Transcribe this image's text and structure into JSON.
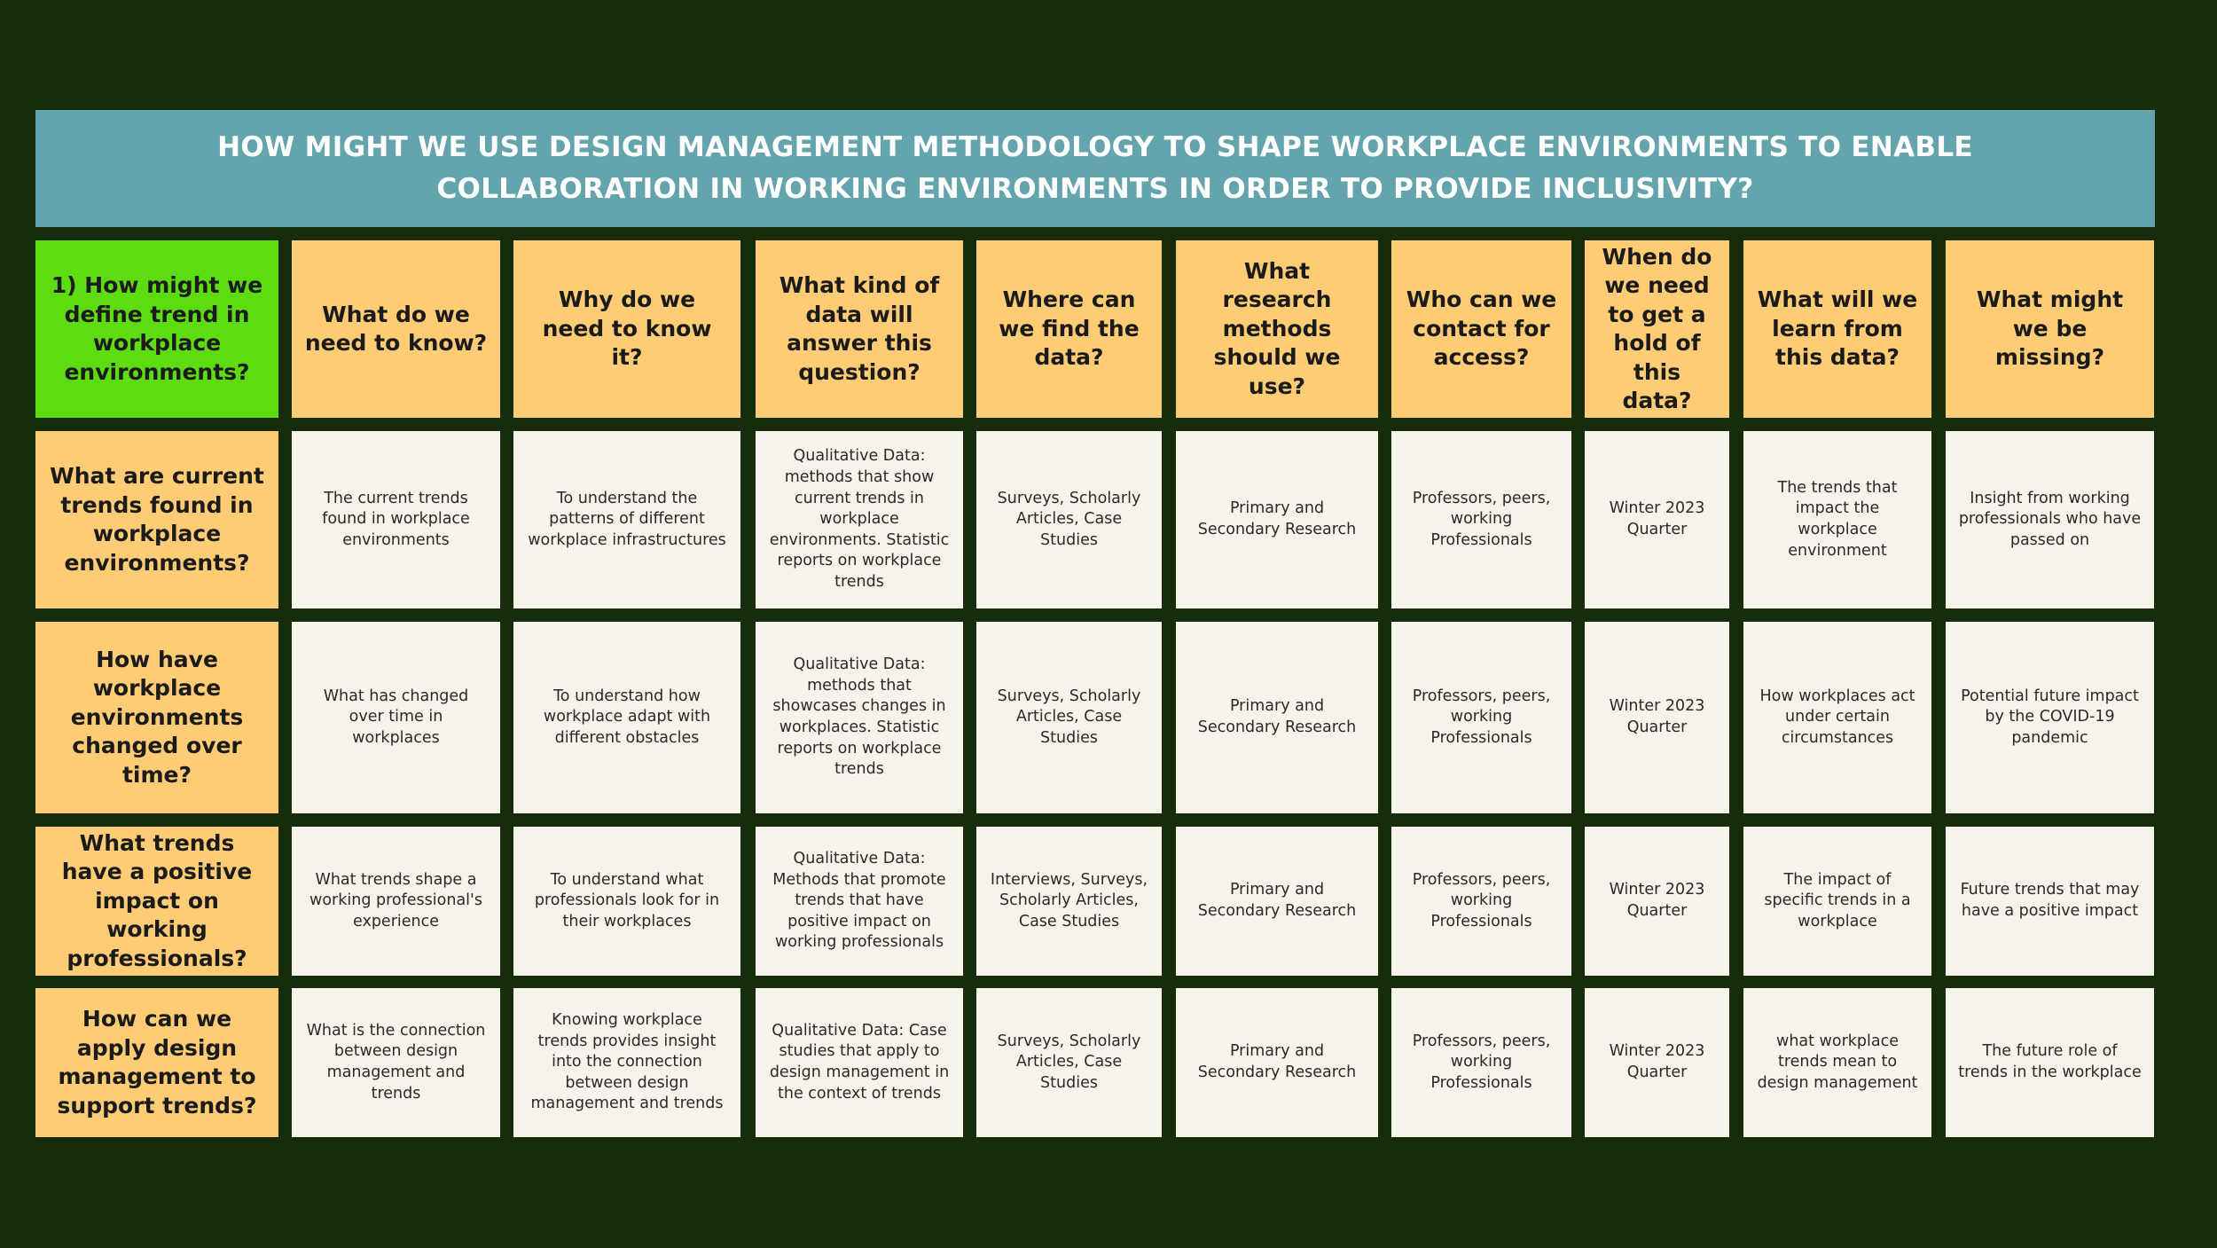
{
  "title": "HOW MIGHT WE USE DESIGN MANAGEMENT METHODOLOGY TO SHAPE WORKPLACE ENVIRONMENTS TO ENABLE COLLABORATION IN WORKING ENVIRONMENTS IN ORDER TO PROVIDE INCLUSIVITY?",
  "colors": {
    "background": "#172c0b",
    "banner": "#64a5ad",
    "corner": "#5ddc12",
    "header": "#fecc74",
    "cell": "#f5f3ea"
  },
  "corner_question": "1) How might we define trend in workplace environments?",
  "headers": [
    "What do we need to know?",
    "Why do we need to know it?",
    "What kind of data will answer this question?",
    "Where can we find the data?",
    "What research methods should we use?",
    "Who can we contact for access?",
    "When do we need to get a hold of this data?",
    "What will we learn from this data?",
    "What might we be missing?"
  ],
  "rows": [
    {
      "question": "What are current trends found in workplace environments?",
      "cells": [
        "The current trends found in workplace environments",
        "To understand the patterns of different workplace infrastructures",
        "Qualitative Data: methods that show current trends in workplace environments. Statistic reports on workplace trends",
        "Surveys, Scholarly Articles, Case Studies",
        "Primary and Secondary Research",
        "Professors, peers, working Professionals",
        "Winter 2023 Quarter",
        "The trends that impact the workplace environment",
        "Insight from working professionals who have passed on"
      ]
    },
    {
      "question": "How have workplace environments changed over time?",
      "cells": [
        "What has changed over time in workplaces",
        "To understand how workplace adapt with different obstacles",
        "Qualitative Data: methods that showcases changes in workplaces. Statistic reports on workplace trends",
        "Surveys, Scholarly Articles, Case Studies",
        "Primary and Secondary Research",
        "Professors, peers, working Professionals",
        "Winter 2023 Quarter",
        "How workplaces act under certain circumstances",
        "Potential future impact by the COVID-19 pandemic"
      ]
    },
    {
      "question": "What trends have a positive impact on working professionals?",
      "cells": [
        "What trends shape a working professional's experience",
        "To understand what professionals look for in their workplaces",
        "Qualitative Data: Methods that promote trends that have positive impact on working professionals",
        "Interviews, Surveys, Scholarly Articles, Case Studies",
        "Primary and Secondary Research",
        "Professors, peers, working Professionals",
        "Winter 2023 Quarter",
        "The impact of specific trends in a workplace",
        "Future trends that may have a positive impact"
      ]
    },
    {
      "question": "How can we apply design management to support trends?",
      "cells": [
        "What is the connection between design management and trends",
        "Knowing workplace trends provides insight into the connection between design management and trends",
        "Qualitative Data: Case studies that apply to design management in the context of trends",
        "Surveys, Scholarly Articles, Case Studies",
        "Primary and Secondary Research",
        "Professors, peers, working Professionals",
        "Winter 2023 Quarter",
        "what workplace trends mean to design management",
        "The future role of trends in the workplace"
      ]
    }
  ]
}
